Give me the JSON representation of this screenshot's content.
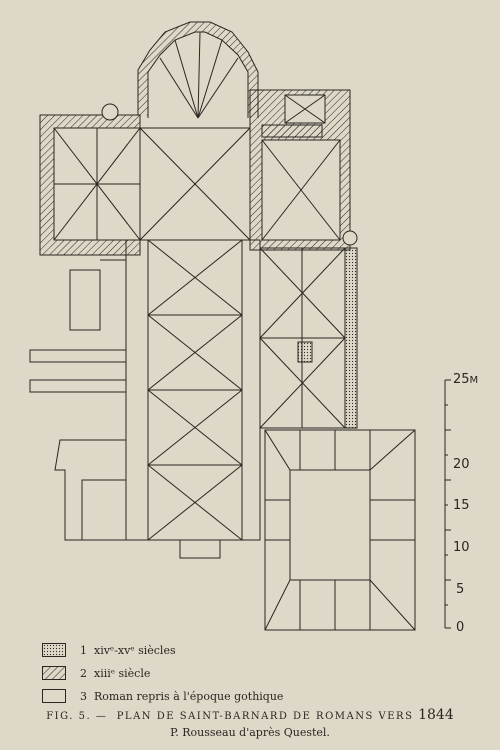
{
  "legend": [
    {
      "num": "1",
      "text": "xivᵉ-xvᵉ siècles",
      "pattern": "dots"
    },
    {
      "num": "2",
      "text": "xiiiᵉ siècle",
      "pattern": "hatch"
    },
    {
      "num": "3",
      "text": "Roman repris à l'époque gothique",
      "pattern": "plain"
    }
  ],
  "caption": {
    "fig": "FIG. 5. —",
    "title": "Plan de Saint-Barnard de Romans vers",
    "year": "1844",
    "credit": "P. Rousseau d'après Questel."
  },
  "scale": {
    "labels": [
      "25",
      "20",
      "15",
      "10",
      "5",
      "0"
    ],
    "unit": "M"
  },
  "colors": {
    "paper": "#ddd8c8",
    "ink": "#2a2620"
  }
}
